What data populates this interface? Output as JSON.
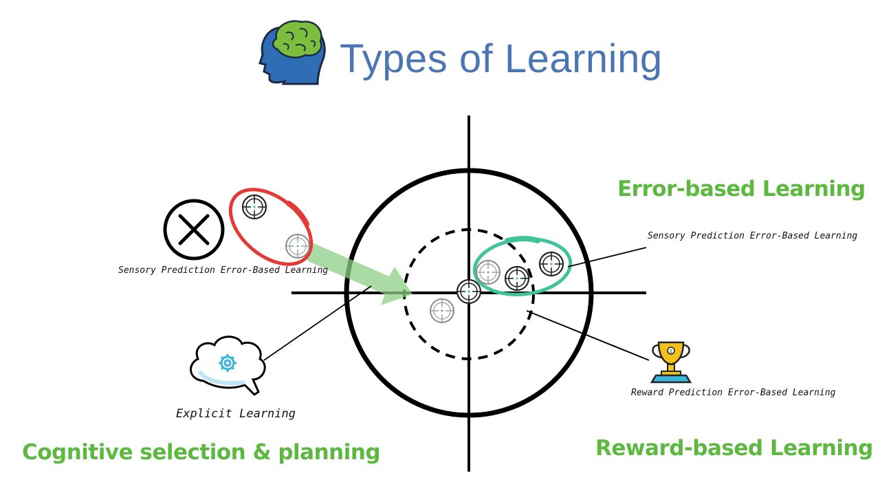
{
  "title": "Types of Learning",
  "headings": {
    "error_based": "Error-based Learning",
    "cognitive": "Cognitive selection & planning",
    "reward_based": "Reward-based Learning"
  },
  "captions": {
    "sensory_left": "Sensory Prediction Error-Based Learning",
    "sensory_right": "Sensory Prediction Error-Based Learning",
    "reward": "Reward Prediction Error-Based Learning",
    "explicit": "Explicit Learning"
  },
  "icons": {
    "brain_head": "brain-head-icon",
    "no_symbol": "cancel-icon",
    "thought_gear": "thought-cloud-gear-icon",
    "trophy": "trophy-icon",
    "reticle": "crosshair-icon"
  },
  "colors": {
    "title": "#4a77b4",
    "heading_green": "#5cb83f",
    "red_ellipse": "#e53935",
    "teal_ellipse": "#3ec49a",
    "arrow_green": "#8fcf86",
    "trophy_gold": "#f2c21b",
    "brain_green": "#7bbf3c",
    "head_blue": "#2f6db5",
    "gear_blue": "#38b3d9"
  }
}
